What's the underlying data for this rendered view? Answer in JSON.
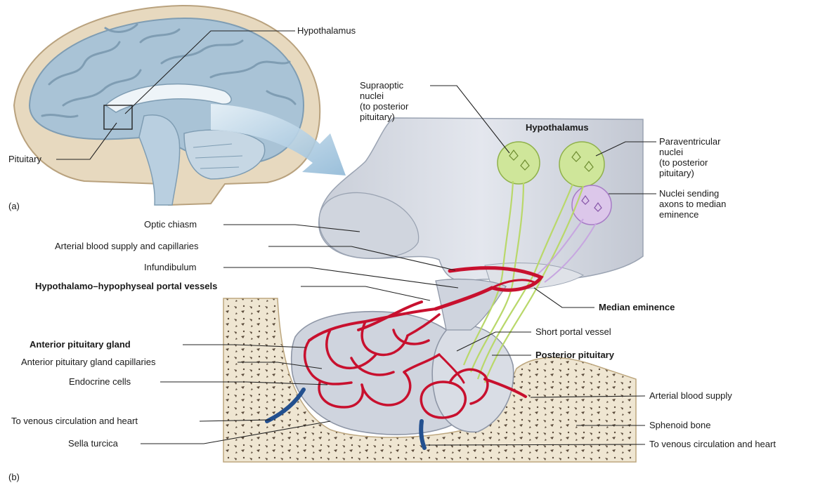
{
  "panel_a": {
    "tag": "(a)",
    "labels": {
      "hypothalamus": "Hypothalamus",
      "pituitary": "Pituitary"
    }
  },
  "panel_b": {
    "tag": "(b)",
    "labels": {
      "supraoptic": [
        "Supraoptic",
        "nuclei",
        "(to posterior",
        "pituitary)"
      ],
      "hypothalamus": "Hypothalamus",
      "paraventricular": [
        "Paraventricular",
        "nuclei",
        "(to posterior",
        "pituitary)"
      ],
      "median_nuclei": [
        "Nuclei sending",
        "axons to median",
        "eminence"
      ],
      "optic_chiasm": "Optic chiasm",
      "arterial_supply_capillaries": "Arterial blood supply and capillaries",
      "infundibulum": "Infundibulum",
      "portal_vessels": "Hypothalamo–hypophyseal portal vessels",
      "median_eminence": "Median eminence",
      "short_portal": "Short portal vessel",
      "anterior_gland": "Anterior pituitary gland",
      "posterior_pituitary": "Posterior pituitary",
      "anterior_capillaries": "Anterior pituitary gland capillaries",
      "endocrine_cells": "Endocrine cells",
      "arterial_supply": "Arterial blood supply",
      "venous_left": "To venous circulation and heart",
      "sphenoid": "Sphenoid bone",
      "sella": "Sella turcica",
      "venous_right": "To venous circulation and heart"
    }
  },
  "colors": {
    "brain": "#a9c3d6",
    "brain_dark": "#7f9db3",
    "skull": "#e7d9bf",
    "tissue": "#d7dbe2",
    "vessel_red": "#c8102e",
    "vein_blue": "#23508f",
    "nucleus_green": "#cfe69a",
    "nucleus_purple": "#dcc7ea",
    "bone": "#efe6d2"
  }
}
